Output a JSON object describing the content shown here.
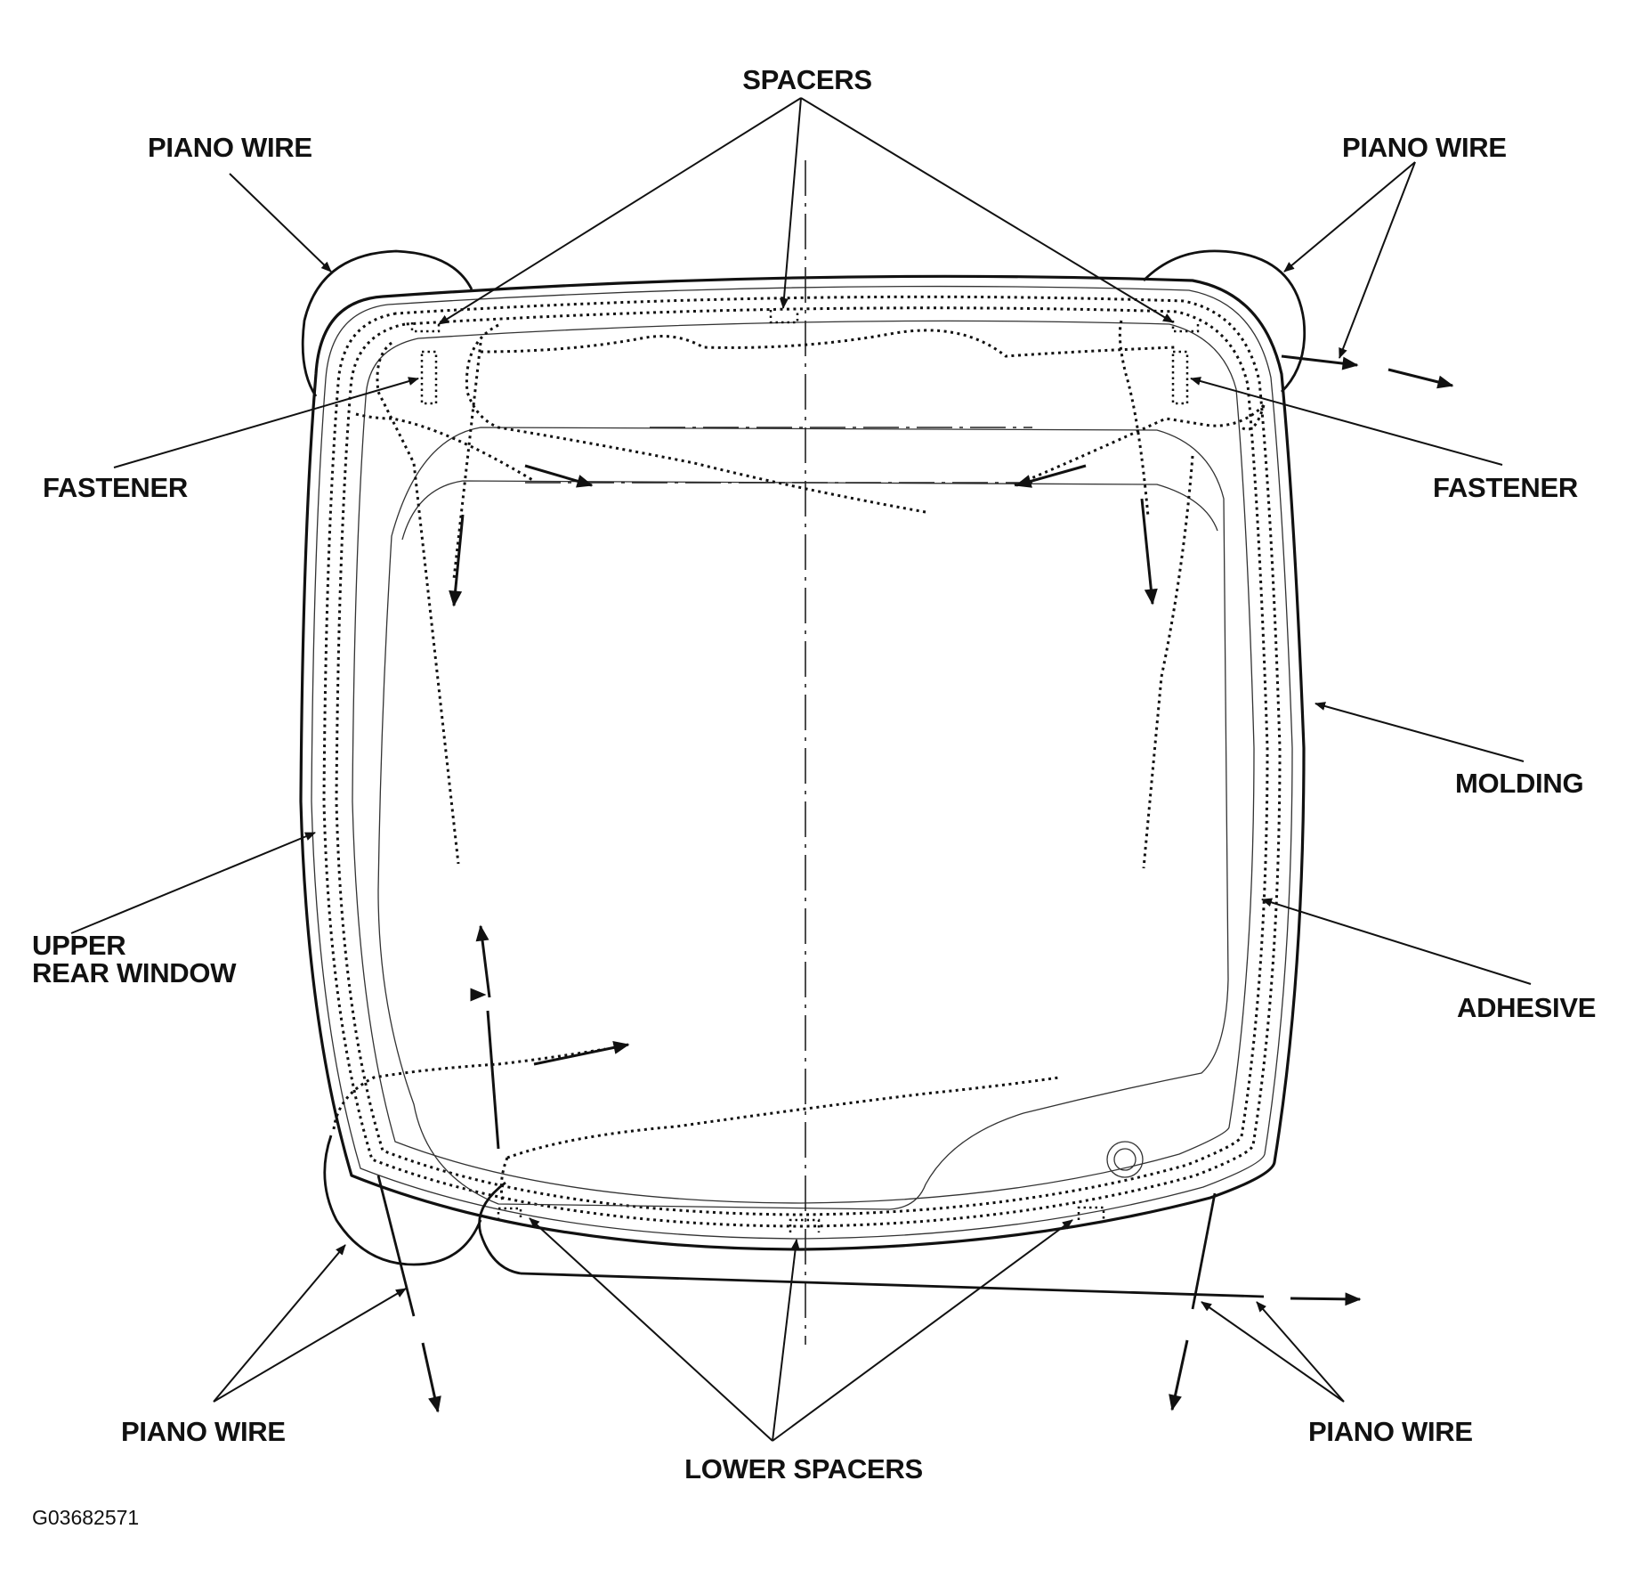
{
  "figure_code": "G03682571",
  "labels": {
    "spacers": "SPACERS",
    "piano_wire_top_left": "PIANO WIRE",
    "piano_wire_top_right": "PIANO WIRE",
    "fastener_left": "FASTENER",
    "fastener_right": "FASTENER",
    "molding": "MOLDING",
    "upper_line1": "UPPER",
    "upper_line2": "REAR WINDOW",
    "adhesive": "ADHESIVE",
    "piano_wire_bottom_left": "PIANO WIRE",
    "piano_wire_bottom_right": "PIANO WIRE",
    "lower_spacers": "LOWER SPACERS"
  }
}
